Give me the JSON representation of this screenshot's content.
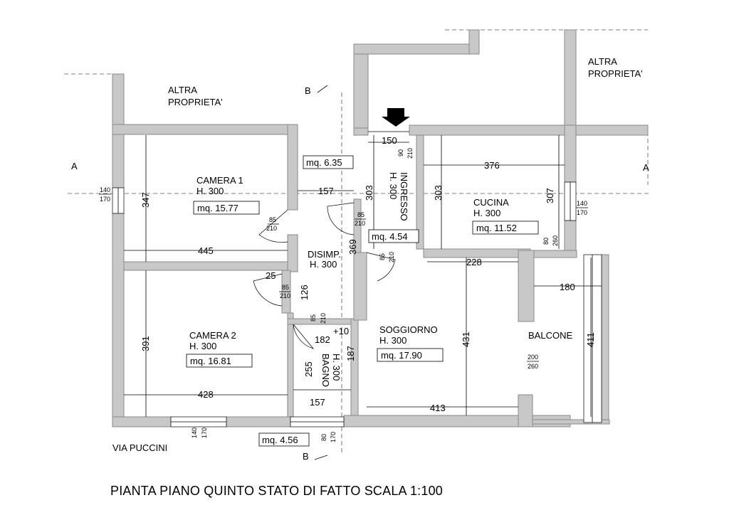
{
  "title": "PIANTA PIANO QUINTO STATO DI FATTO SCALA 1:100",
  "street": "VIA PUCCINI",
  "other_property_1": [
    "ALTRA",
    "PROPRIETA'"
  ],
  "other_property_2": [
    "ALTRA",
    "PROPRIETA'"
  ],
  "section_marks": {
    "a_left": "A",
    "a_right": "A",
    "b_top": "B",
    "b_bottom": "B"
  },
  "rooms": {
    "camera1": {
      "name": "CAMERA 1",
      "height": "H. 300",
      "area": "mq. 15.77"
    },
    "camera2": {
      "name": "CAMERA 2",
      "height": "H. 300",
      "area": "mq. 16.81"
    },
    "cucina": {
      "name": "CUCINA",
      "height": "H. 300",
      "area": "mq. 11.52"
    },
    "soggiorno": {
      "name": "SOGGIORNO",
      "height": "H. 300",
      "area": "mq. 17.90"
    },
    "disimp": {
      "name": "DISIMP.",
      "height": "H. 300"
    },
    "ingresso": {
      "name": "INGRESSO",
      "height": "H. 300"
    },
    "bagno": {
      "name": "BAGNO",
      "height": "H. 300"
    },
    "balcone": {
      "name": "BALCONE"
    }
  },
  "extra_areas": {
    "top": "mq. 6.35",
    "ingresso": "mq. 4.54",
    "bottom": "mq. 4.56"
  },
  "dimensions": {
    "d150": "150",
    "d376": "376",
    "d303a": "303",
    "d303b": "303",
    "d307": "307",
    "d347": "347",
    "d445": "445",
    "d157a": "157",
    "d369": "369",
    "d228": "228",
    "d180": "180",
    "d25": "25",
    "d126": "126",
    "d182": "182",
    "d10": "+10",
    "d391": "391",
    "d431": "431",
    "d411": "411",
    "d187": "187",
    "d255": "255",
    "d428": "428",
    "d157b": "157",
    "d413": "413"
  },
  "openings": {
    "w1_top": "140",
    "w1_bot": "170",
    "w2_top": "140",
    "w2_bot": "170",
    "w3_top": "140",
    "w3_bot": "170",
    "door_cam1_top": "85",
    "door_cam1_bot": "210",
    "door_ing_top": "85",
    "door_ing_bot": "210",
    "door_cam2_top": "85",
    "door_cam2_bot": "210",
    "door_bagno_top": "85",
    "door_bagno_bot": "210",
    "door_sogg_top": "85",
    "door_sogg_bot": "210",
    "entry_top": "90",
    "entry_bot": "210",
    "balc_door_top": "80",
    "balc_door_bot": "260",
    "balc_win_top": "200",
    "balc_win_bot": "260",
    "bagno_win_top": "80",
    "bagno_win_bot": "170"
  }
}
